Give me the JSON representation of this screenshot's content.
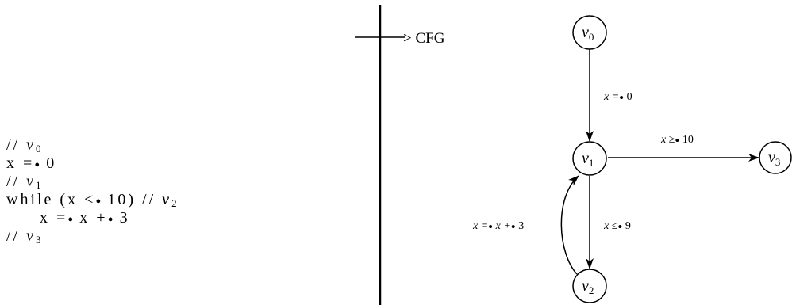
{
  "code": {
    "lines": [
      {
        "text": "//",
        "var": "v",
        "sub": "0"
      },
      {
        "pre": "x =",
        "post": " 0"
      },
      {
        "text": "//",
        "var": "v",
        "sub": "1"
      },
      {
        "pre": "while (x <",
        "post": " 10) // ",
        "var": "v",
        "sub": "2"
      },
      {
        "pre": "x =",
        "mid": " x +",
        "post": " 3"
      },
      {
        "text": "//",
        "var": "v",
        "sub": "3"
      }
    ]
  },
  "arrow_label": "> CFG",
  "nodes": [
    {
      "id": "v0",
      "var": "v",
      "sub": "0"
    },
    {
      "id": "v1",
      "var": "v",
      "sub": "1"
    },
    {
      "id": "v2",
      "var": "v",
      "sub": "2"
    },
    {
      "id": "v3",
      "var": "v",
      "sub": "3"
    }
  ],
  "edges": [
    {
      "from": "v0",
      "to": "v1",
      "label_pre": "x =",
      "label_post": " 0"
    },
    {
      "from": "v1",
      "to": "v3",
      "label_pre": "x ≥",
      "label_post": " 10"
    },
    {
      "from": "v1",
      "to": "v2",
      "label_pre": "x ≤",
      "label_post": " 9"
    },
    {
      "from": "v2",
      "to": "v1",
      "label_pre": "x =",
      "label_mid": " x +",
      "label_post": " 3"
    }
  ],
  "dot_glyph": "•"
}
